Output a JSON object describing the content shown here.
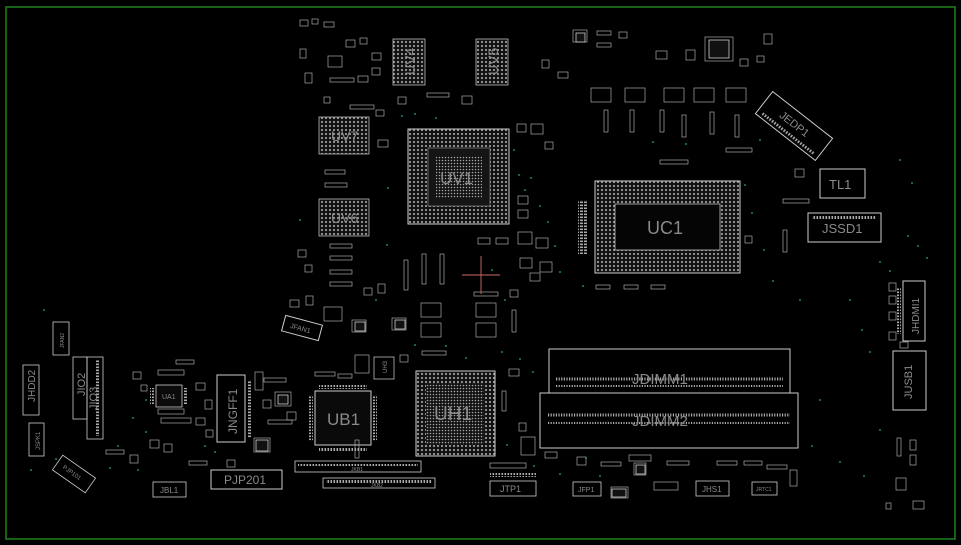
{
  "colors": {
    "background": "#000000",
    "board_outline": "#1f7a1f",
    "silkscreen": "#bdbdbd",
    "label_text": "#8a8a8a",
    "vias": "#2ea3a3",
    "cursor": "#ff4d4d"
  },
  "components": {
    "uv1": "UV1",
    "uv4": "UV4",
    "uv5": "UV5",
    "uv6": "UV6",
    "uv7": "UV7",
    "uc1": "UC1",
    "uh1": "UH1",
    "ub1": "UB1",
    "ua1": "UA1",
    "uh3": "UH3",
    "tl1": "TL1"
  },
  "connectors": {
    "jedp1": "JEDP1",
    "jssd1": "JSSD1",
    "jhdmi1": "JHDMI1",
    "jusb1": "JUSB1",
    "jdimm1": "JDIMM1",
    "jdimm2": "JDIMM2",
    "jngff1": "JNGFF1",
    "jfan1": "JFAN1",
    "jfan2": "JFAN2",
    "jhdd2": "JHDD2",
    "jio2": "JIO2",
    "jio3": "JIO3",
    "jspk1": "JSPK1",
    "pjp101": "PJP101",
    "pjp201": "PJP201",
    "jbl1": "JBL1",
    "jkb1": "JKB1",
    "jkb2": "JKB2",
    "jtp1": "JTP1",
    "jfp1": "JFP1",
    "jhs1": "JHS1",
    "jrtc1": "JRTC1"
  }
}
